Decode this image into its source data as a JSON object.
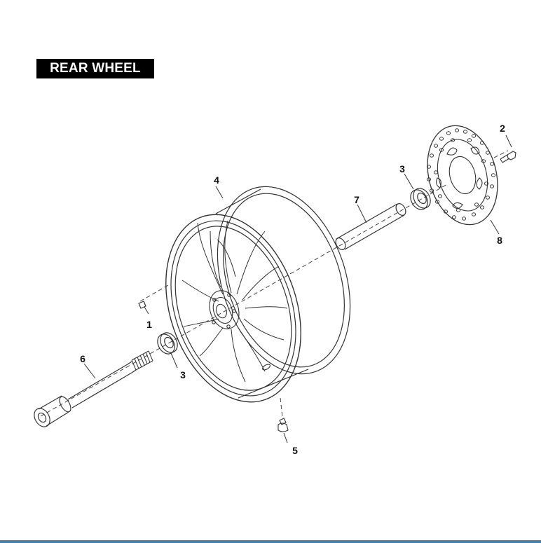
{
  "title": "REAR WHEEL",
  "callouts": {
    "c1": "1",
    "c2": "2",
    "c3a": "3",
    "c3b": "3",
    "c4": "4",
    "c5": "5",
    "c6": "6",
    "c7": "7",
    "c8": "8"
  },
  "colors": {
    "title_bg": "#000000",
    "title_text": "#ffffff",
    "line": "#333333",
    "rule": "#4a7fa8"
  }
}
